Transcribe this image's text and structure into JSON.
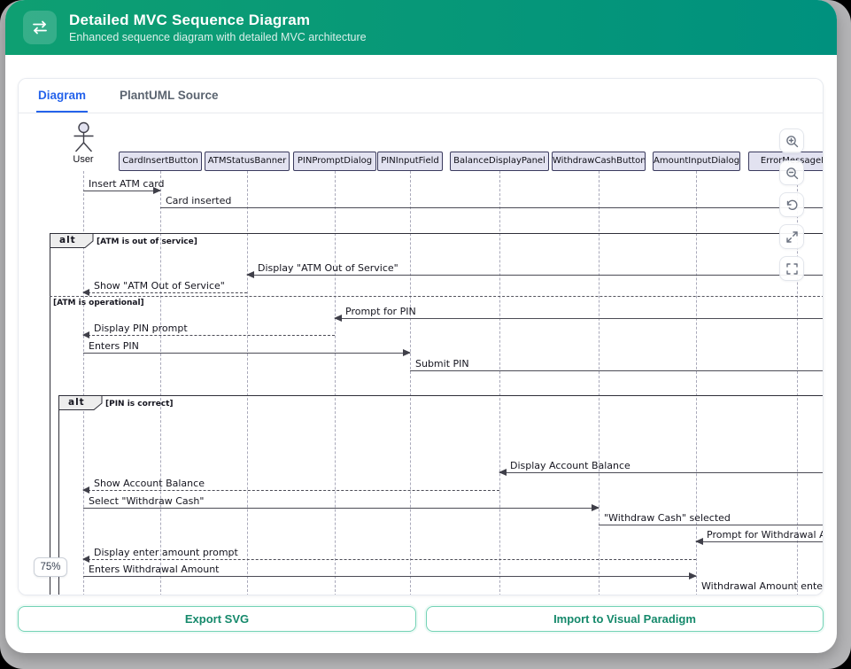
{
  "header": {
    "title": "Detailed MVC Sequence Diagram",
    "subtitle": "Enhanced sequence diagram with detailed MVC architecture",
    "icon": "swap-horizontal-icon"
  },
  "tabs": [
    {
      "label": "Diagram",
      "active": true
    },
    {
      "label": "PlantUML Source",
      "active": false
    }
  ],
  "diagram": {
    "actor": {
      "name": "User"
    },
    "participants": [
      {
        "name": "CardInsertButton"
      },
      {
        "name": "ATMStatusBanner"
      },
      {
        "name": "PINPromptDialog"
      },
      {
        "name": "PINInputField"
      },
      {
        "name": "BalanceDisplayPanel"
      },
      {
        "name": "WithdrawCashButton"
      },
      {
        "name": "AmountInputDialog"
      },
      {
        "name": "ErrorMessageBanner"
      }
    ],
    "fragments": [
      {
        "keyword": "alt",
        "condition": "[ATM is out of service]",
        "else_condition": "[ATM is operational]"
      },
      {
        "keyword": "alt",
        "condition": "[PIN is correct]"
      }
    ],
    "messages": [
      {
        "label": "Insert ATM card",
        "type": "sync"
      },
      {
        "label": "Card inserted",
        "type": "sync"
      },
      {
        "label": "Display \"ATM Out of Service\"",
        "type": "sync"
      },
      {
        "label": "Show \"ATM Out of Service\"",
        "type": "return"
      },
      {
        "label": "Prompt for PIN",
        "type": "sync"
      },
      {
        "label": "Display PIN prompt",
        "type": "return"
      },
      {
        "label": "Enters PIN",
        "type": "sync"
      },
      {
        "label": "Submit PIN",
        "type": "sync"
      },
      {
        "label": "Display Account Balance",
        "type": "sync"
      },
      {
        "label": "Show Account Balance",
        "type": "return"
      },
      {
        "label": "Select \"Withdraw Cash\"",
        "type": "sync"
      },
      {
        "label": "\"Withdraw Cash\" selected",
        "type": "sync"
      },
      {
        "label": "Prompt for Withdrawal Amount",
        "type": "sync"
      },
      {
        "label": "Display enter amount prompt",
        "type": "return"
      },
      {
        "label": "Enters Withdrawal Amount",
        "type": "sync"
      },
      {
        "label": "Withdrawal Amount entered",
        "type": "sync"
      }
    ],
    "zoom_level": "75%",
    "controls": [
      {
        "icon": "zoom-in-icon"
      },
      {
        "icon": "zoom-out-icon"
      },
      {
        "icon": "reset-view-icon"
      },
      {
        "icon": "maximize-icon"
      },
      {
        "icon": "fullscreen-icon"
      }
    ]
  },
  "footer": {
    "export_label": "Export SVG",
    "import_label": "Import to Visual Paradigm"
  },
  "colors": {
    "header_gradient_start": "#0e9f72",
    "header_gradient_end": "#00917e",
    "tab_active": "#2563eb",
    "participant_fill": "#e2e2f0",
    "button_accent": "#15896b"
  }
}
